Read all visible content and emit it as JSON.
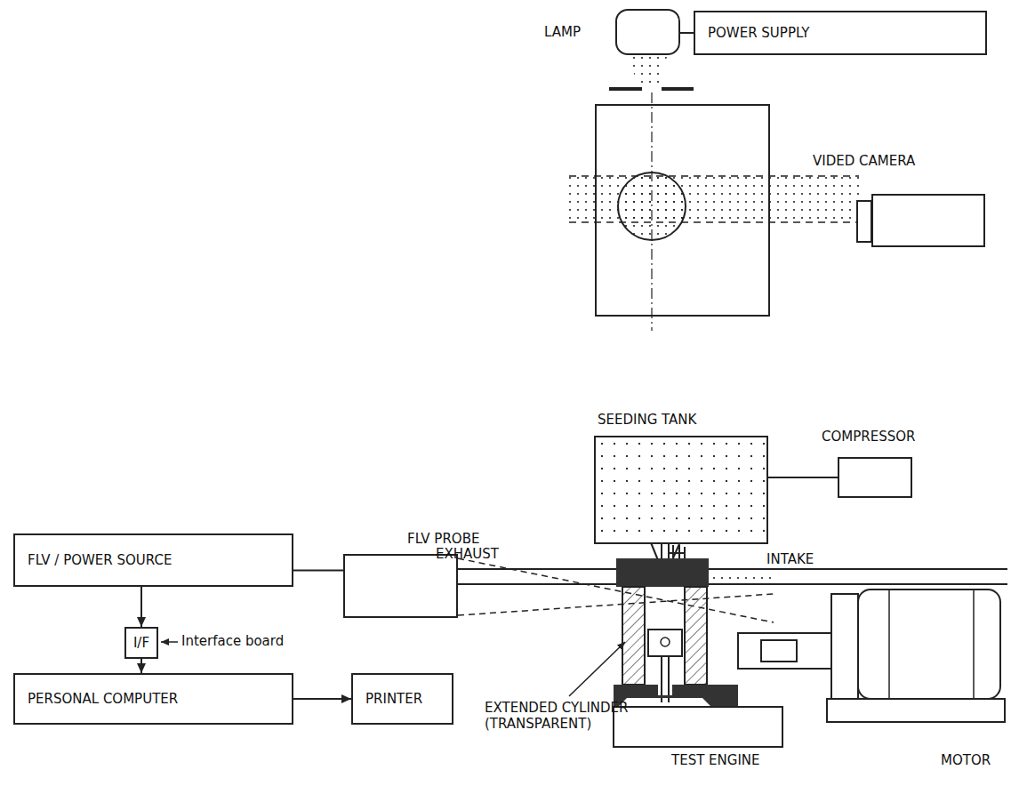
{
  "diagram": {
    "nodes": [
      {
        "text": [
          "LAMP"
        ]
      },
      {
        "text": [
          "POWER SUPPLY"
        ]
      },
      {
        "text": [
          "VIDED CAMERA"
        ]
      },
      {
        "text": [
          "SEEDING TANK"
        ]
      },
      {
        "text": [
          "COMPRESSOR"
        ]
      },
      {
        "text": [
          "FLV / POWER SOURCE"
        ]
      },
      {
        "text": [
          "FLV PROBE"
        ]
      },
      {
        "text": [
          "I/F"
        ]
      },
      {
        "text": [
          "PERSONAL COMPUTER"
        ]
      },
      {
        "text": [
          "PRINTER"
        ]
      }
    ],
    "edges": [
      {
        "from": 0,
        "to": 1,
        "arrow": "none"
      },
      {
        "from": 3,
        "to": 4,
        "arrow": "none"
      },
      {
        "from": 5,
        "to": 6,
        "arrow": "none"
      },
      {
        "from": 5,
        "to": 7,
        "arrow": "to"
      },
      {
        "from": 7,
        "to": 8,
        "arrow": "to"
      },
      {
        "from": 8,
        "to": 9,
        "arrow": "to"
      }
    ],
    "labels": [
      "EXHAUST",
      "INTAKE",
      "Interface board",
      "EXTENDED CYLINDER (TRANSPARENT)",
      "TEST ENGINE",
      "MOTOR"
    ]
  }
}
